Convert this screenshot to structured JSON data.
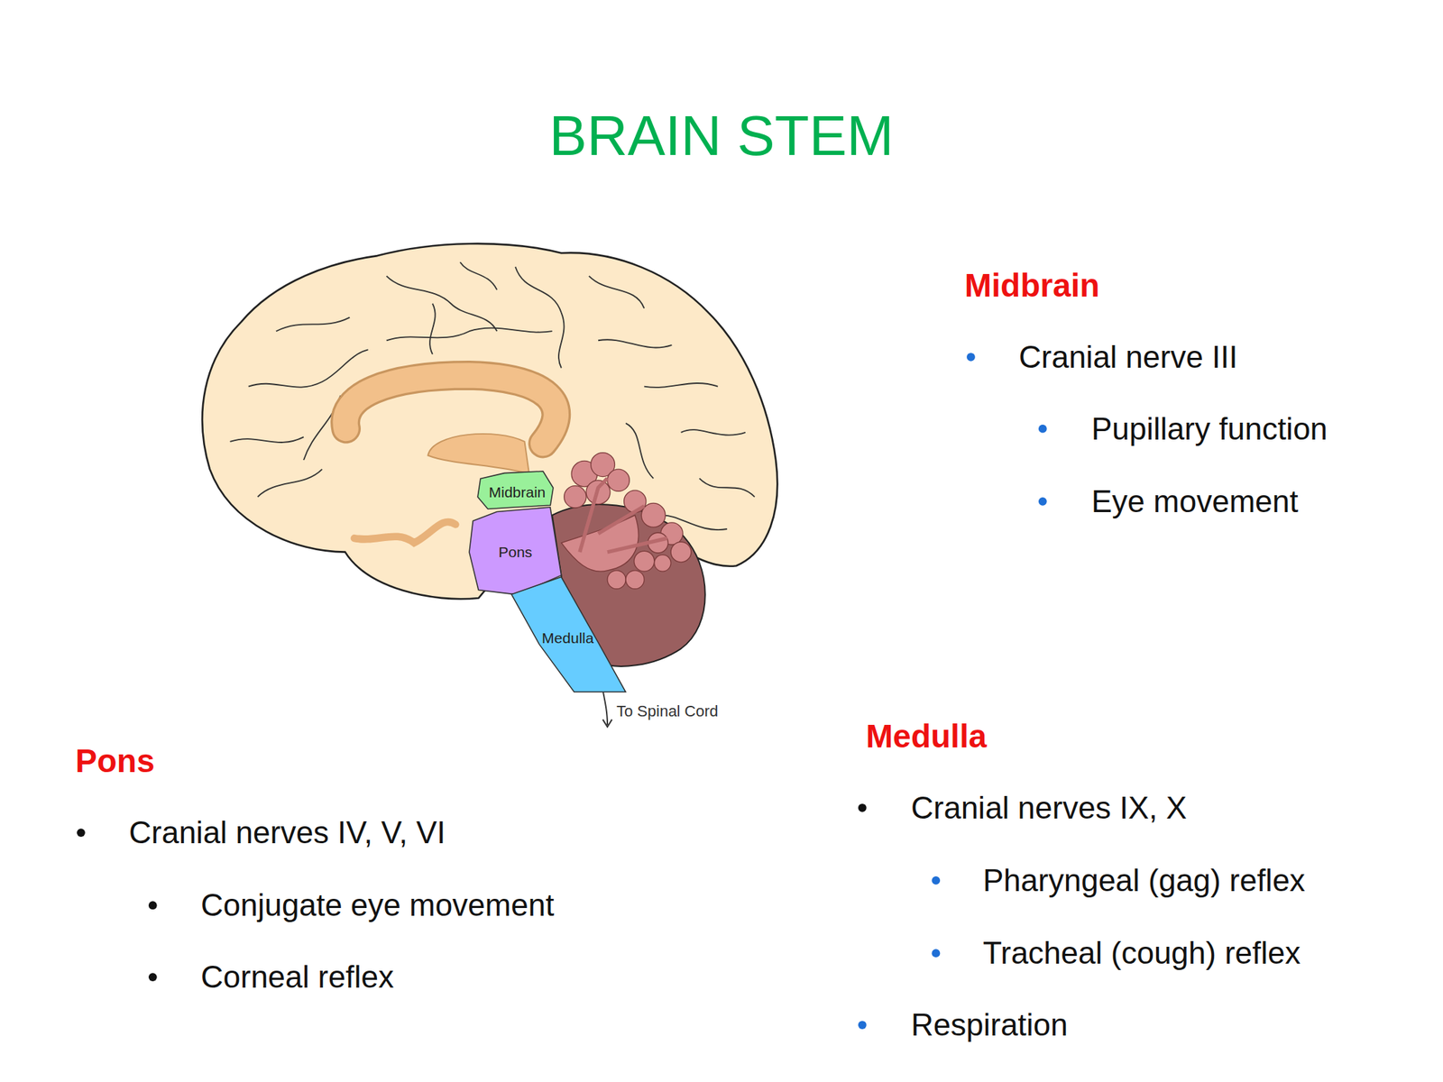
{
  "diagram": {
    "title": "BRAIN STEM",
    "nodes": [
      {
        "text": [
          "Midbrain"
        ]
      },
      {
        "text": [
          "Pons"
        ]
      },
      {
        "text": [
          "Medulla"
        ]
      }
    ],
    "labels": [
      "Midbrain",
      "Cranial nerve III",
      "Pupillary function",
      "Eye movement",
      "Pons",
      "Cranial nerves IV, V, VI",
      "Conjugate eye movement",
      "Corneal reflex",
      "Medulla",
      "Cranial nerves IX, X",
      "Pharyngeal (gag) reflex",
      "Tracheal (cough) reflex",
      "Respiration",
      "To Spinal Cord"
    ]
  }
}
